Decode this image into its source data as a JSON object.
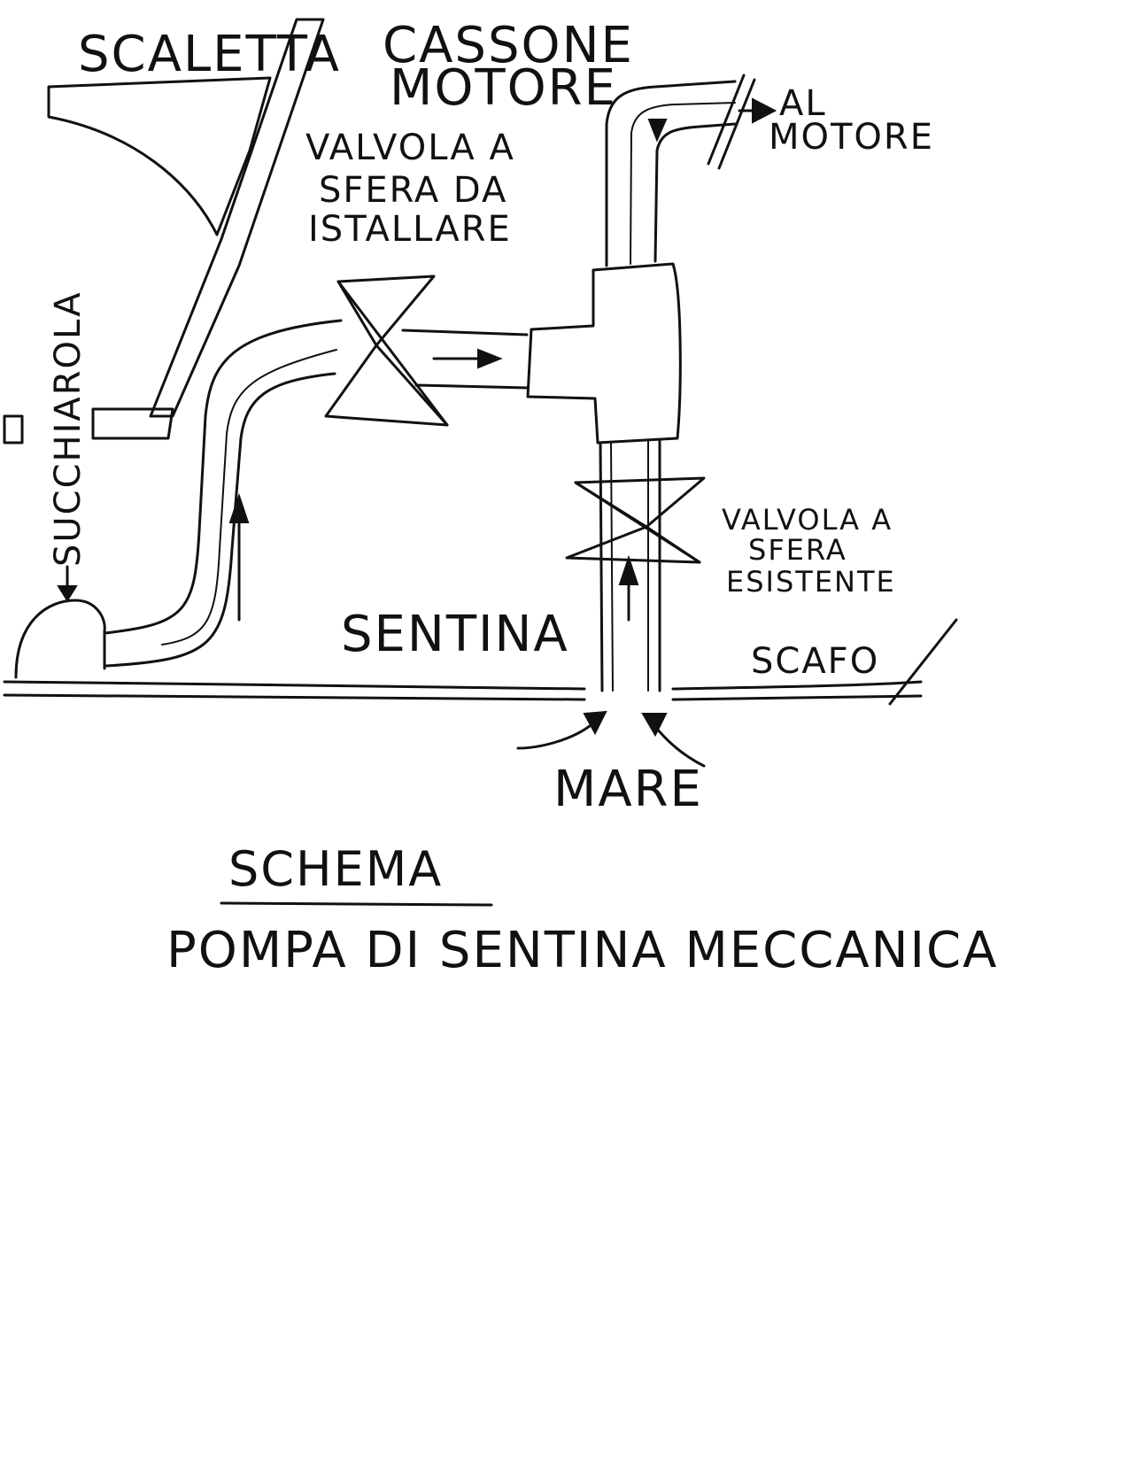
{
  "diagram": {
    "labels": {
      "scaletta": "SCALETTA",
      "cassone_line1": "CASSONE",
      "cassone_line2": "MOTORE",
      "valvola_da_line1": "VALVOLA A",
      "valvola_da_line2": "SFERA DA",
      "valvola_da_line3": "ISTALLARE",
      "al_motore_line1": "AL",
      "al_motore_line2": "MOTORE",
      "succhiarola": "SUCCHIAROLA",
      "sentina": "SENTINA",
      "valvola_es_line1": "VALVOLA A",
      "valvola_es_line2": "SFERA",
      "valvola_es_line3": "ESISTENTE",
      "scafo": "SCAFO",
      "mare": "MARE"
    },
    "title": "SCHEMA",
    "subtitle": "POMPA DI SENTINA MECCANICA"
  },
  "colors": {
    "ink": "#111111",
    "paper": "#ffffff"
  }
}
